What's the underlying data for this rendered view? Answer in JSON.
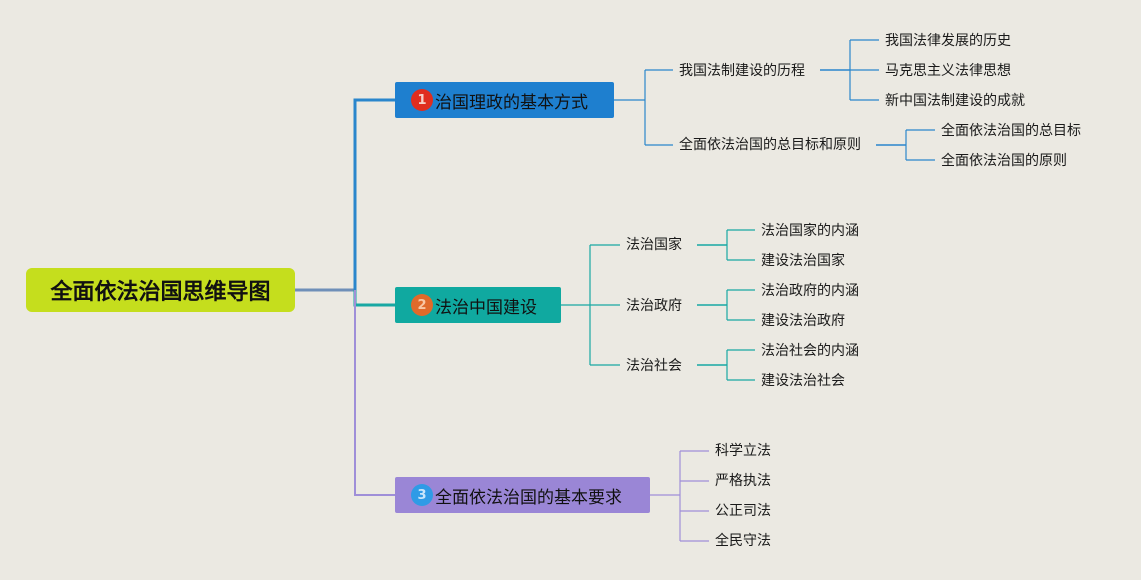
{
  "root": {
    "label": "全面依法治国思维导图"
  },
  "colors": {
    "root_fill": "#c5de1d",
    "branch1": "#1e7fcf",
    "branch2": "#10a9a0",
    "branch3": "#9a86d6",
    "line1": "#2a86cc",
    "line2": "#18a8a3",
    "line3": "#9f8fd8"
  },
  "branches": [
    {
      "badge": "1",
      "label": "治国理政的基本方式",
      "children": [
        {
          "label": "我国法制建设的历程",
          "children": [
            "我国法律发展的历史",
            "马克思主义法律思想",
            "新中国法制建设的成就"
          ]
        },
        {
          "label": "全面依法治国的总目标和原则",
          "children": [
            "全面依法治国的总目标",
            "全面依法治国的原则"
          ]
        }
      ]
    },
    {
      "badge": "2",
      "label": "法治中国建设",
      "children": [
        {
          "label": "法治国家",
          "children": [
            "法治国家的内涵",
            "建设法治国家"
          ]
        },
        {
          "label": "法治政府",
          "children": [
            "法治政府的内涵",
            "建设法治政府"
          ]
        },
        {
          "label": "法治社会",
          "children": [
            "法治社会的内涵",
            "建设法治社会"
          ]
        }
      ]
    },
    {
      "badge": "3",
      "label": "全面依法治国的基本要求",
      "children": [
        {
          "label": "科学立法"
        },
        {
          "label": "严格执法"
        },
        {
          "label": "公正司法"
        },
        {
          "label": "全民守法"
        }
      ]
    }
  ]
}
